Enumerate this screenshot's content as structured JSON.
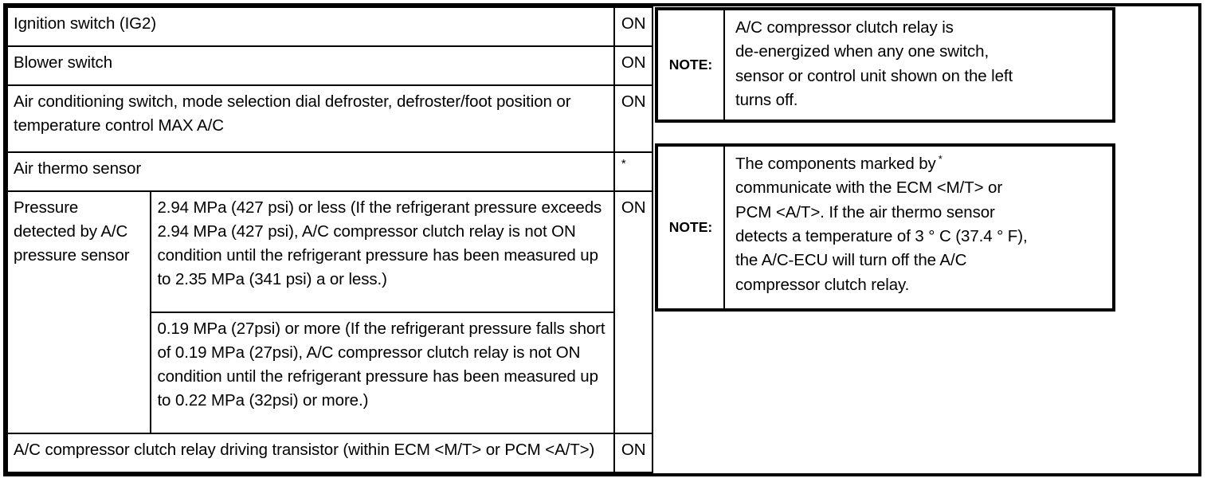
{
  "document": {
    "type": "automotive-service-manual-table",
    "title_present": false
  },
  "table": {
    "columns": [
      "item",
      "detail",
      "state"
    ],
    "rows": [
      {
        "item": "Ignition switch (IG2)",
        "detail": null,
        "state": "ON",
        "item_spans_detail": true
      },
      {
        "item": "Blower switch",
        "detail": null,
        "state": "ON",
        "item_spans_detail": true
      },
      {
        "item": "Air conditioning switch, mode selection dial defroster, defroster/foot position or temperature control MAX A/C",
        "detail": null,
        "state": "ON",
        "item_spans_detail": true
      },
      {
        "item": "Air thermo sensor",
        "detail": null,
        "state": "*",
        "item_spans_detail": true
      },
      {
        "item": "Pressure detected by A/C pressure sensor",
        "detail_lines": [
          "2.94 MPa (427 psi) or less (If the refrigerant",
          "pressure exceeds 2.94 MPa (427 psi), A/C",
          "compressor clutch relay is not ON condition until",
          "the refrigerant pressure has been measured up to",
          "2.35 MPa (341 psi) a or less.)"
        ],
        "detail_lines_2": [
          "0.19 MPa (27psi) or more (If the refrigerant",
          "pressure falls short of 0.19 MPa (27psi), A/C",
          "compressor clutch relay is not ON condition until",
          "the refrigerant pressure has been measured up to",
          "0.22 MPa (32psi) or more.)"
        ],
        "state": "ON",
        "item_spans_detail": false
      },
      {
        "item": "A/C compressor clutch relay driving transistor (within ECM <M/T> or PCM <A/T>)",
        "detail": null,
        "state": "ON",
        "item_spans_detail": true
      }
    ]
  },
  "notes": [
    {
      "label": "NOTE:",
      "lines": [
        "A/C compressor clutch relay is",
        "de-energized when any one switch,",
        "sensor or control unit shown on the left",
        "turns off."
      ]
    },
    {
      "label": "NOTE:",
      "lines": [
        "The components marked by",
        "communicate with the ECM <M/T> or",
        "PCM <A/T>. If the air thermo sensor",
        "detects a temperature of 3 ° C (37.4 ° F),",
        "the A/C-ECU will turn off the A/C",
        "compressor clutch relay."
      ],
      "marker": "*"
    }
  ],
  "colors": {
    "ink": "#000000",
    "paper": "#ffffff"
  }
}
